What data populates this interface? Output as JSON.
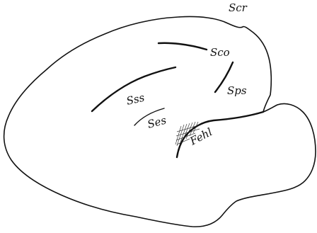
{
  "labels": {
    "scr": "Scr",
    "sco": "Sco",
    "sps": "Sps",
    "sss": "Sss",
    "ses": "Ses",
    "fehl": "Fehl"
  }
}
